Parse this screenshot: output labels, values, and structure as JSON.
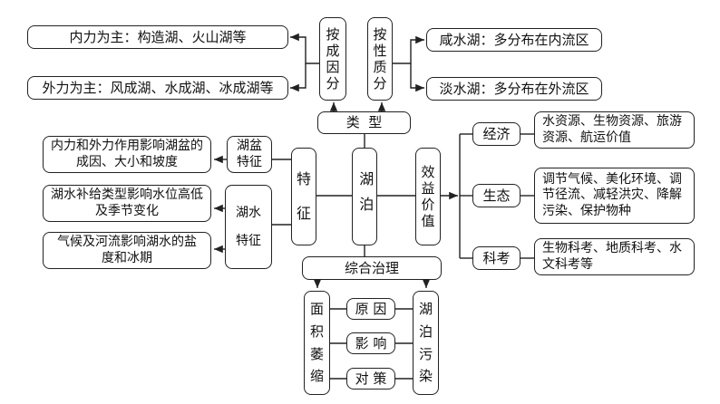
{
  "center": "湖泊",
  "type_node": "类  型",
  "by_cause": {
    "label": [
      "按",
      "成",
      "因",
      "分"
    ],
    "items": [
      "内力为主：构造湖、火山湖等",
      "外力为主：风成湖、水成湖、冰成湖等"
    ]
  },
  "by_nature": {
    "label": [
      "按",
      "性",
      "质",
      "分"
    ],
    "items": [
      "咸水湖：多分布在内流区",
      "淡水湖：多分布在外流区"
    ]
  },
  "features": {
    "label": [
      "特",
      "征"
    ],
    "basin": {
      "label": "湖盆特征",
      "desc": "内力和外力作用影响湖盆的成因、大小和坡度"
    },
    "water": {
      "label": "湖水特征",
      "descs": [
        "湖水补给类型影响水位高低及季节变化",
        "气候及河流影响湖水的盐度和冰期"
      ]
    }
  },
  "benefits": {
    "label": [
      "效",
      "益",
      "价",
      "值"
    ],
    "items": [
      {
        "label": "经济",
        "desc": "水资源、生物资源、旅游资源、航运价值"
      },
      {
        "label": "生态",
        "desc": "调节气候、美化环境、调节径流、减轻洪灾、降解污染、保护物种"
      },
      {
        "label": "科考",
        "desc": "生物科考、地质科考、水文科考等"
      }
    ]
  },
  "governance": {
    "label": "综合治理",
    "area_shrink": [
      "面",
      "积",
      "萎",
      "缩"
    ],
    "pollution": [
      "湖",
      "泊",
      "污",
      "染"
    ],
    "aspects": [
      "原 因",
      "影 响",
      "对 策"
    ]
  }
}
